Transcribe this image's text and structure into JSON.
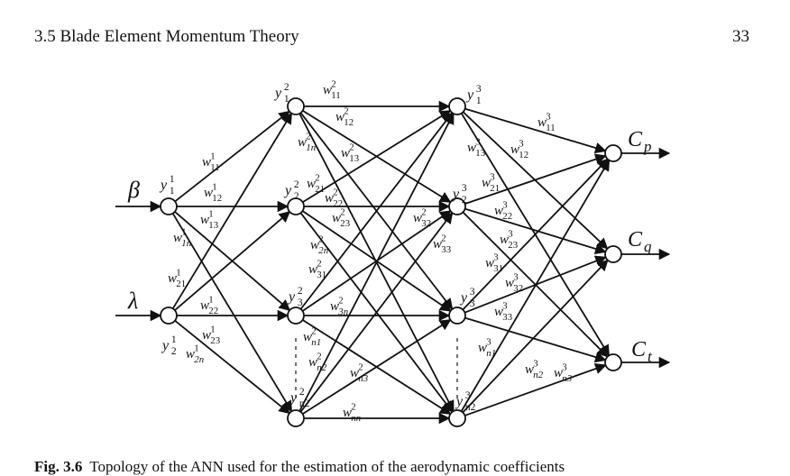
{
  "header": {
    "section": "3.5  Blade Element Momentum Theory",
    "page_number": "33"
  },
  "inputs": [
    {
      "symbol": "β",
      "node": "1"
    },
    {
      "symbol": "λ",
      "node": "2"
    }
  ],
  "outputs": [
    {
      "base": "C",
      "sub": "p"
    },
    {
      "base": "C",
      "sub": "q"
    },
    {
      "base": "C",
      "sub": "t"
    }
  ],
  "node_labels": [
    {
      "base": "y",
      "sup": "1",
      "sub": "1"
    },
    {
      "base": "y",
      "sup": "1",
      "sub": "2"
    },
    {
      "base": "y",
      "sup": "2",
      "sub": "1"
    },
    {
      "base": "y",
      "sup": "2",
      "sub": "2"
    },
    {
      "base": "y",
      "sup": "2",
      "sub": "3"
    },
    {
      "base": "y",
      "sup": "2",
      "sub": "n2"
    },
    {
      "base": "y",
      "sup": "3",
      "sub": "1"
    },
    {
      "base": "y",
      "sup": "3",
      "sub": "2"
    },
    {
      "base": "y",
      "sup": "3",
      "sub": "3"
    },
    {
      "base": "y",
      "sup": "3",
      "sub": "n2"
    }
  ],
  "weight_labels": [
    {
      "base": "w",
      "sup": "1",
      "sub": "11"
    },
    {
      "base": "w",
      "sup": "1",
      "sub": "12"
    },
    {
      "base": "w",
      "sup": "1",
      "sub": "13"
    },
    {
      "base": "w",
      "sup": "1",
      "sub": "1n"
    },
    {
      "base": "w",
      "sup": "1",
      "sub": "21"
    },
    {
      "base": "w",
      "sup": "1",
      "sub": "22"
    },
    {
      "base": "w",
      "sup": "1",
      "sub": "23"
    },
    {
      "base": "w",
      "sup": "1",
      "sub": "2n"
    },
    {
      "base": "w",
      "sup": "2",
      "sub": "11"
    },
    {
      "base": "w",
      "sup": "2",
      "sub": "12"
    },
    {
      "base": "w",
      "sup": "2",
      "sub": "1n"
    },
    {
      "base": "w",
      "sup": "2",
      "sub": "13"
    },
    {
      "base": "w",
      "sup": "2",
      "sub": "21"
    },
    {
      "base": "w",
      "sup": "2",
      "sub": "22"
    },
    {
      "base": "w",
      "sup": "2",
      "sub": "23"
    },
    {
      "base": "w",
      "sup": "2",
      "sub": "2n"
    },
    {
      "base": "w",
      "sup": "2",
      "sub": "31"
    },
    {
      "base": "w",
      "sup": "2",
      "sub": "32"
    },
    {
      "base": "w",
      "sup": "2",
      "sub": "33"
    },
    {
      "base": "w",
      "sup": "2",
      "sub": "3n"
    },
    {
      "base": "w",
      "sup": "2",
      "sub": "n1"
    },
    {
      "base": "w",
      "sup": "2",
      "sub": "n2"
    },
    {
      "base": "w",
      "sup": "2",
      "sub": "n3"
    },
    {
      "base": "w",
      "sup": "2",
      "sub": "nn"
    },
    {
      "base": "w",
      "sup": "3",
      "sub": "11"
    },
    {
      "base": "w",
      "sup": "3",
      "sub": "12"
    },
    {
      "base": "w",
      "sup": "3",
      "sub": "13"
    },
    {
      "base": "w",
      "sup": "3",
      "sub": "21"
    },
    {
      "base": "w",
      "sup": "3",
      "sub": "22"
    },
    {
      "base": "w",
      "sup": "3",
      "sub": "23"
    },
    {
      "base": "w",
      "sup": "3",
      "sub": "31"
    },
    {
      "base": "w",
      "sup": "3",
      "sub": "32"
    },
    {
      "base": "w",
      "sup": "3",
      "sub": "33"
    },
    {
      "base": "w",
      "sup": "3",
      "sub": "n1"
    },
    {
      "base": "w",
      "sup": "3",
      "sub": "n2"
    },
    {
      "base": "w",
      "sup": "3",
      "sub": "n3"
    }
  ],
  "caption": {
    "label": "Fig. 3.6",
    "text": "Topology of the ANN used for the estimation of the aerodynamic coefficients"
  },
  "colors": {
    "stroke": "#111111",
    "background": "#ffffff"
  }
}
